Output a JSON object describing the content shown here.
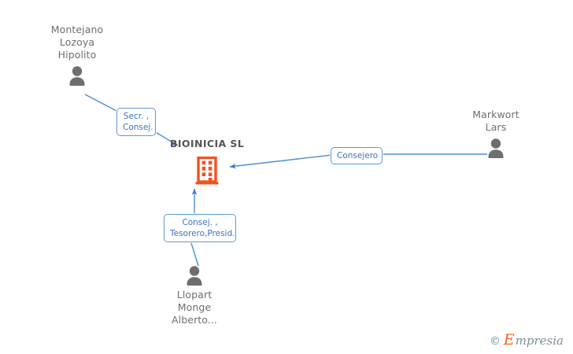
{
  "graph": {
    "company": {
      "name": "BIOINICIA SL",
      "icon": "building-icon",
      "color": "#f4511e"
    },
    "persons": [
      {
        "id": "montejano",
        "name": "Montejano\nLozoya\nHipolito",
        "icon": "person-icon",
        "color": "#6e6e6e"
      },
      {
        "id": "markwort",
        "name": "Markwort\nLars",
        "icon": "person-icon",
        "color": "#6e6e6e"
      },
      {
        "id": "llopart",
        "name": "Llopart\nMonge\nAlberto...",
        "icon": "person-icon",
        "color": "#6e6e6e"
      }
    ],
    "relations": [
      {
        "id": "rel-montejano",
        "label": "Secr. ,\nConsej.",
        "from": "montejano",
        "to": "company"
      },
      {
        "id": "rel-markwort",
        "label": "Consejero",
        "from": "markwort",
        "to": "company"
      },
      {
        "id": "rel-llopart",
        "label": "Consej. ,\nTesorero,Presid.",
        "from": "llopart",
        "to": "company"
      }
    ],
    "edge_color": "#4a90d9"
  },
  "watermark": {
    "copyright": "©",
    "brand_initial": "E",
    "brand_rest": "mpresia"
  }
}
